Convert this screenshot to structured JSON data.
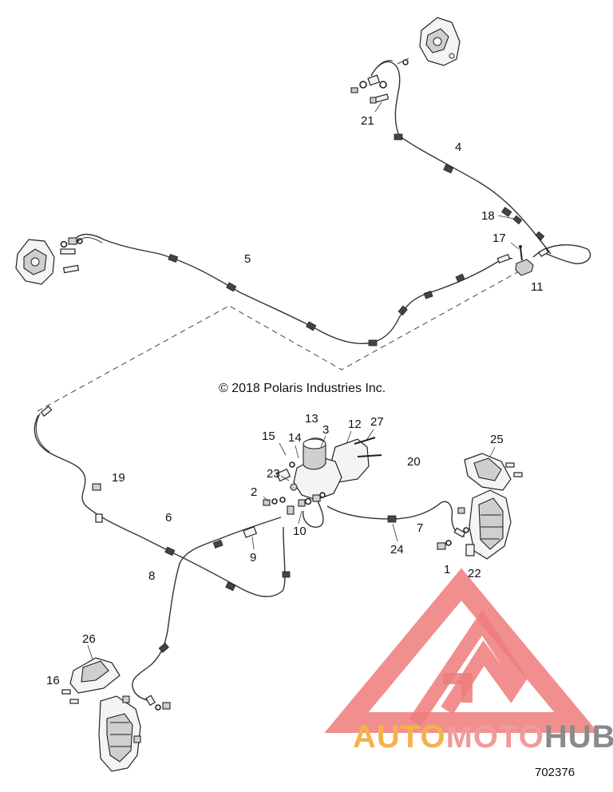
{
  "diagram": {
    "copyright": "© 2018 Polaris Industries Inc.",
    "doc_number": "702376",
    "watermark": {
      "brand": "AUTOMOTOHUB",
      "segments": [
        "AUTO",
        "MOTO",
        "HUB"
      ],
      "colors": {
        "auto": "#f5b24a",
        "moto": "#f09a9a",
        "hub": "#8a8a8a",
        "logo": "#ef7b7b"
      }
    },
    "callouts": {
      "c1": "1",
      "c2": "2",
      "c3": "3",
      "c4": "4",
      "c5": "5",
      "c6": "6",
      "c7": "7",
      "c8": "8",
      "c9": "9",
      "c10": "10",
      "c11": "11",
      "c12": "12",
      "c13": "13",
      "c14": "14",
      "c15": "15",
      "c16": "16",
      "c17": "17",
      "c18": "18",
      "c19": "19",
      "c20": "20",
      "c21": "21",
      "c22": "22",
      "c23": "23",
      "c24": "24",
      "c25": "25",
      "c26": "26",
      "c27": "27"
    }
  }
}
